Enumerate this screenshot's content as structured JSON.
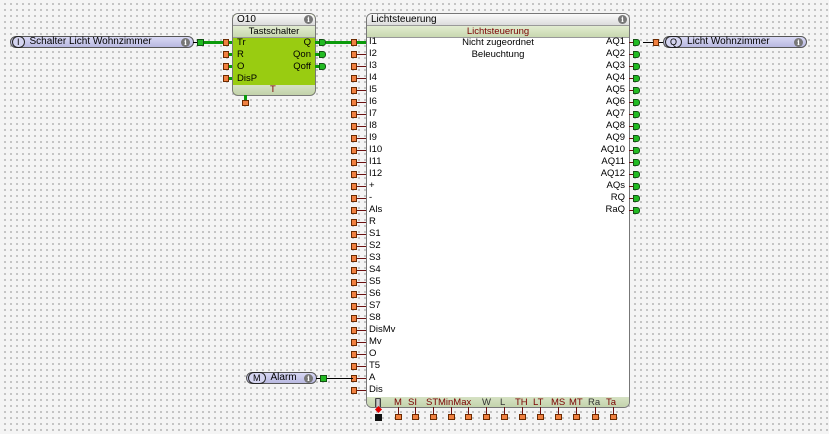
{
  "colors": {
    "input_pin": "#f08040",
    "output_pin": "#22bb22",
    "active_wire": "#0a9a0a",
    "block_body_green": "#99cc11",
    "pill_fill": "#c8c8ec",
    "param_label": "#7a0000"
  },
  "input_tags": [
    {
      "type": "I",
      "label": "Schalter Licht Wohnzimmer",
      "icon": "info-icon"
    },
    {
      "type": "M",
      "label": "Alarm",
      "icon": "info-icon"
    }
  ],
  "output_tags": [
    {
      "type": "Q",
      "label": "Licht Wohnzimmer",
      "icon": "info-icon"
    }
  ],
  "block_o10": {
    "id": "O10",
    "title": "Tastschalter",
    "inputs": [
      "Tr",
      "R",
      "O",
      "DisP"
    ],
    "outputs": [
      "Q",
      "Qon",
      "Qoff"
    ],
    "params": [
      "T"
    ],
    "icon": "info-icon"
  },
  "block_licht": {
    "name": "Lichtsteuerung",
    "title": "Lichtsteuerung",
    "line1": "Nicht zugeordnet",
    "line2": "Beleuchtung",
    "inputs": [
      "I1",
      "I2",
      "I3",
      "I4",
      "I5",
      "I6",
      "I7",
      "I8",
      "I9",
      "I10",
      "I11",
      "I12",
      "+",
      "-",
      "Als",
      "R",
      "S1",
      "S2",
      "S3",
      "S4",
      "S5",
      "S6",
      "S7",
      "S8",
      "DisMv",
      "Mv",
      "O",
      "T5",
      "A",
      "Dis"
    ],
    "outputs": [
      "AQ1",
      "AQ2",
      "AQ3",
      "AQ4",
      "AQ5",
      "AQ6",
      "AQ7",
      "AQ8",
      "AQ9",
      "AQ10",
      "AQ11",
      "AQ12",
      "AQs",
      "RQ",
      "RaQ"
    ],
    "params": [
      "M",
      "SI",
      "ST",
      "MinMax",
      "W",
      "L",
      "TH",
      "LT",
      "MS",
      "MT",
      "Ra",
      "Ta"
    ],
    "battery_icon": "battery-icon",
    "icon": "info-icon"
  }
}
